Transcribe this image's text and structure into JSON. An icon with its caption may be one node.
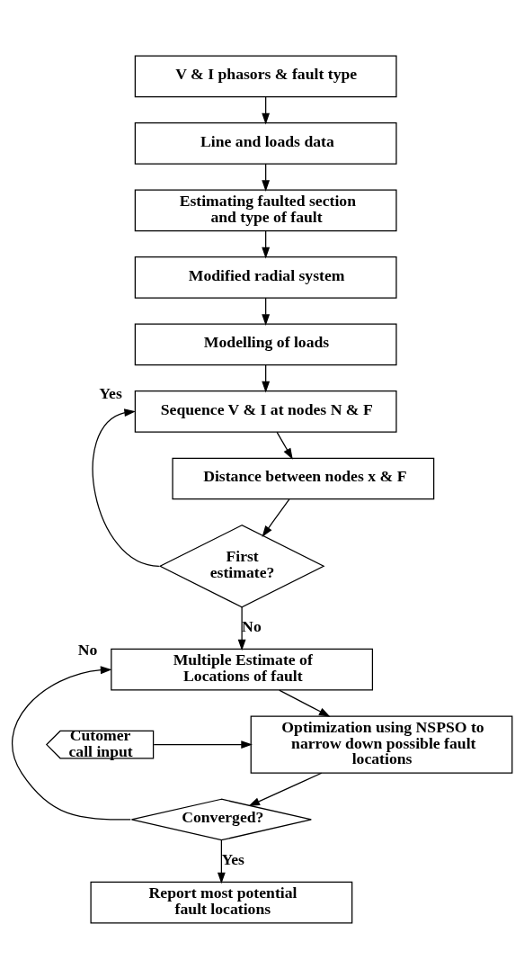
{
  "diagram": {
    "nodes": [
      {
        "text": [
          "V & I phasors & fault type"
        ]
      },
      {
        "text": [
          "Line and loads data"
        ]
      },
      {
        "text": [
          "Estimating faulted section and type of fault"
        ]
      },
      {
        "text": [
          "Modified radial system"
        ]
      },
      {
        "text": [
          "Modelling of loads"
        ]
      },
      {
        "text": [
          "Sequence V & I at nodes N & F"
        ]
      },
      {
        "text": [
          "Distance between nodes x & F"
        ]
      },
      {
        "text": [
          "First estimate?"
        ]
      },
      {
        "text": [
          "Multiple Estimate of Locations of fault"
        ]
      },
      {
        "text": [
          "Optimization using NSPSO to narrow down possible fault locations"
        ]
      },
      {
        "text": [
          "Cutomer call input"
        ]
      },
      {
        "text": [
          "Converged?"
        ]
      },
      {
        "text": [
          "Report most potential fault locations"
        ]
      }
    ],
    "edges": [
      {
        "from": 0,
        "to": 1,
        "arrow": "to"
      },
      {
        "from": 1,
        "to": 2,
        "arrow": "to"
      },
      {
        "from": 2,
        "to": 3,
        "arrow": "to"
      },
      {
        "from": 3,
        "to": 4,
        "arrow": "to"
      },
      {
        "from": 4,
        "to": 5,
        "arrow": "to"
      },
      {
        "from": 5,
        "to": 6,
        "arrow": "to"
      },
      {
        "from": 6,
        "to": 7,
        "arrow": "to"
      },
      {
        "from": 7,
        "to": 5,
        "arrow": "to",
        "label": "Yes"
      },
      {
        "from": 7,
        "to": 8,
        "arrow": "to",
        "label": "No"
      },
      {
        "from": 8,
        "to": 9,
        "arrow": "to"
      },
      {
        "from": 10,
        "to": 9,
        "arrow": "to"
      },
      {
        "from": 9,
        "to": 11,
        "arrow": "to"
      },
      {
        "from": 11,
        "to": 8,
        "arrow": "to",
        "label": "No"
      },
      {
        "from": 11,
        "to": 12,
        "arrow": "to",
        "label": "Yes"
      }
    ]
  }
}
